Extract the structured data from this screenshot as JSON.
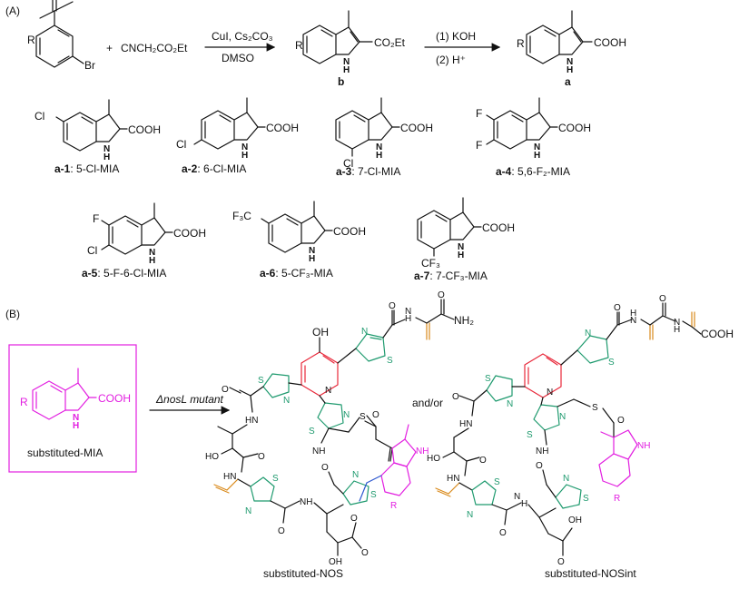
{
  "panel_a": {
    "label": "(A)",
    "scheme": {
      "reactant_r": "R",
      "reactant_br": "Br",
      "plus": "+",
      "reagent_isocyanide": "CNCH₂CO₂Et",
      "conditions_top": "CuI, Cs₂CO₃",
      "conditions_bottom": "DMSO",
      "intermediate_r": "R",
      "intermediate_ester": "CO₂Et",
      "intermediate_nh": "H",
      "intermediate_n": "N",
      "intermediate_label": "b",
      "step1": "(1) KOH",
      "step2": "(2) H⁺",
      "product_r": "R",
      "product_acid": "COOH",
      "product_n": "N",
      "product_h": "H",
      "product_label": "a"
    },
    "analogs": [
      {
        "code": "a-1",
        "name": "5-Cl-MIA",
        "substituent": "Cl"
      },
      {
        "code": "a-2",
        "name": "6-Cl-MIA",
        "substituent": "Cl"
      },
      {
        "code": "a-3",
        "name": "7-Cl-MIA",
        "substituent": "Cl"
      },
      {
        "code": "a-4",
        "name": "5,6-F₂-MIA",
        "substituent": "F"
      },
      {
        "code": "a-5",
        "name": "5-F-6-Cl-MIA",
        "substituent": "F / Cl"
      },
      {
        "code": "a-6",
        "name": "5-CF₃-MIA",
        "substituent": "F₃C"
      },
      {
        "code": "a-7",
        "name": "7-CF₃-MIA",
        "substituent": "CF₃"
      }
    ],
    "acid_label": "COOH",
    "nh_label": "N",
    "h_label": "H"
  },
  "panel_b": {
    "label": "(B)",
    "box_r": "R",
    "box_acid": "COOH",
    "box_n": "N",
    "box_h": "H",
    "box_caption": "substituted-MIA",
    "arrow_label": "ΔnosL mutant",
    "connector": "and/or",
    "left_caption": "substituted-NOS",
    "right_caption": "substituted-NOSint",
    "labels": {
      "oh": "OH",
      "ho": "HO",
      "nh": "NH",
      "hn": "HN",
      "h": "H",
      "n": "N",
      "o": "O",
      "s": "S",
      "nh2": "NH₂",
      "cooh": "COOH",
      "r": "R"
    }
  },
  "colors": {
    "pyridine": "#e8283a",
    "thiazole": "#1e9a6e",
    "indole": "#e21ee0",
    "dehydro": "#d98a1b",
    "linker": "#2d58d0"
  }
}
